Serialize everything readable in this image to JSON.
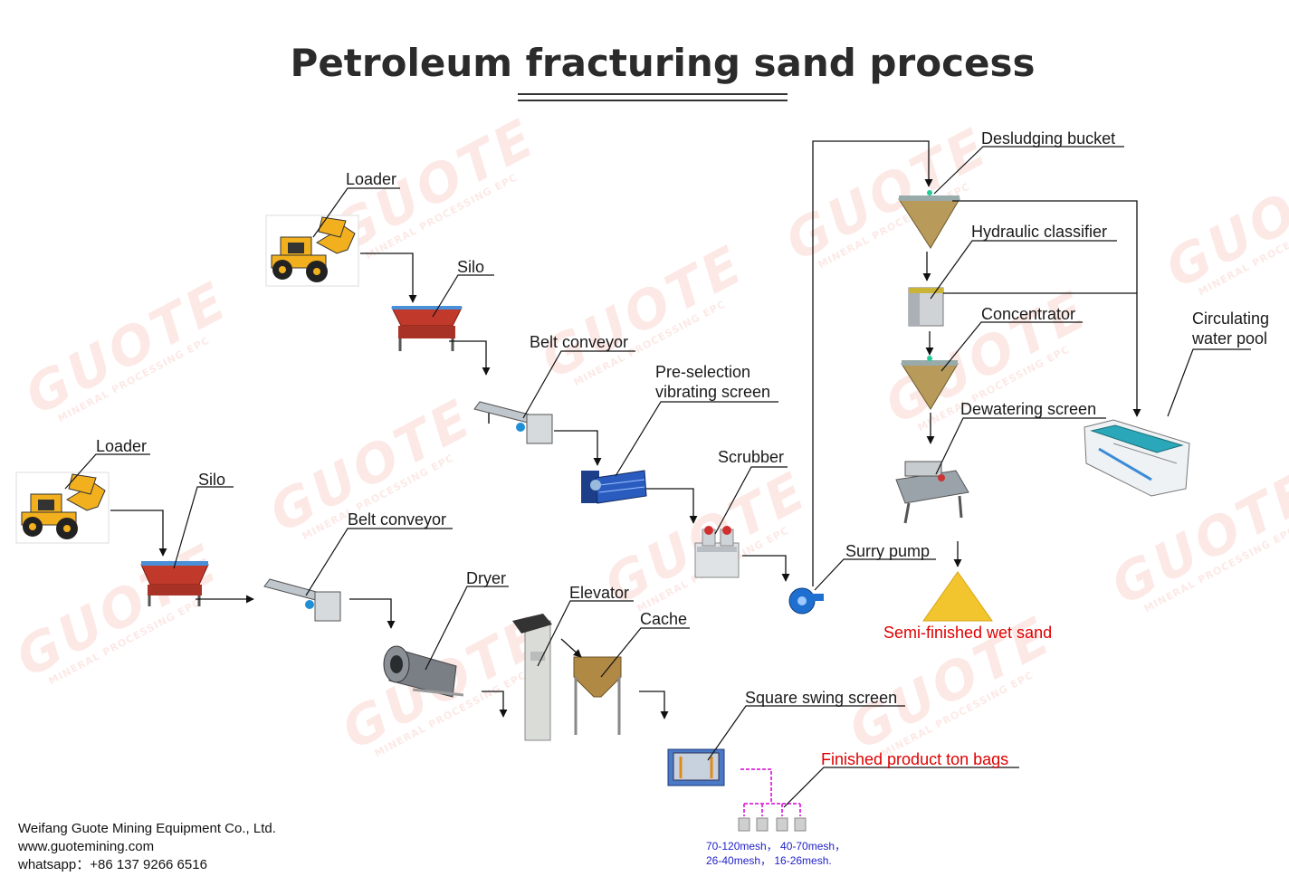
{
  "title": "Petroleum fracturing sand process",
  "watermark": {
    "brand": "GUOTE",
    "tagline": "MINERAL PROCESSING EPC"
  },
  "labels": {
    "loader_top": "Loader",
    "silo_top": "Silo",
    "belt_conveyor_top": "Belt conveyor",
    "pre_selection_line1": "Pre-selection",
    "pre_selection_line2": "vibrating screen",
    "scrubber": "Scrubber",
    "surry_pump": "Surry pump",
    "desludging_bucket": "Desludging bucket",
    "hydraulic_classifier": "Hydraulic classifier",
    "concentrator": "Concentrator",
    "dewatering_screen": "Dewatering screen",
    "circulating_line1": "Circulating",
    "circulating_line2": "water pool",
    "semi_finished": "Semi-finished wet sand",
    "loader_bottom": "Loader",
    "silo_bottom": "Silo",
    "belt_conveyor_bottom": "Belt conveyor",
    "dryer": "Dryer",
    "elevator": "Elevator",
    "cache": "Cache",
    "square_swing_screen": "Square swing screen",
    "finished_bags": "Finished product ton bags"
  },
  "mesh": {
    "line1": "70-120mesh，  40-70mesh，",
    "line2": "26-40mesh，  16-26mesh."
  },
  "company": {
    "name": "Weifang Guote Mining Equipment Co., Ltd.",
    "website": "www.guotemining.com",
    "whatsapp": "whatsapp：+86 137 9266 6516"
  },
  "colors": {
    "label_red": "#e00000",
    "mesh_blue": "#2222cc",
    "bag_pipe": "#e040e0",
    "silo_red": "#c0392b",
    "loader_yellow": "#f2b01e"
  }
}
